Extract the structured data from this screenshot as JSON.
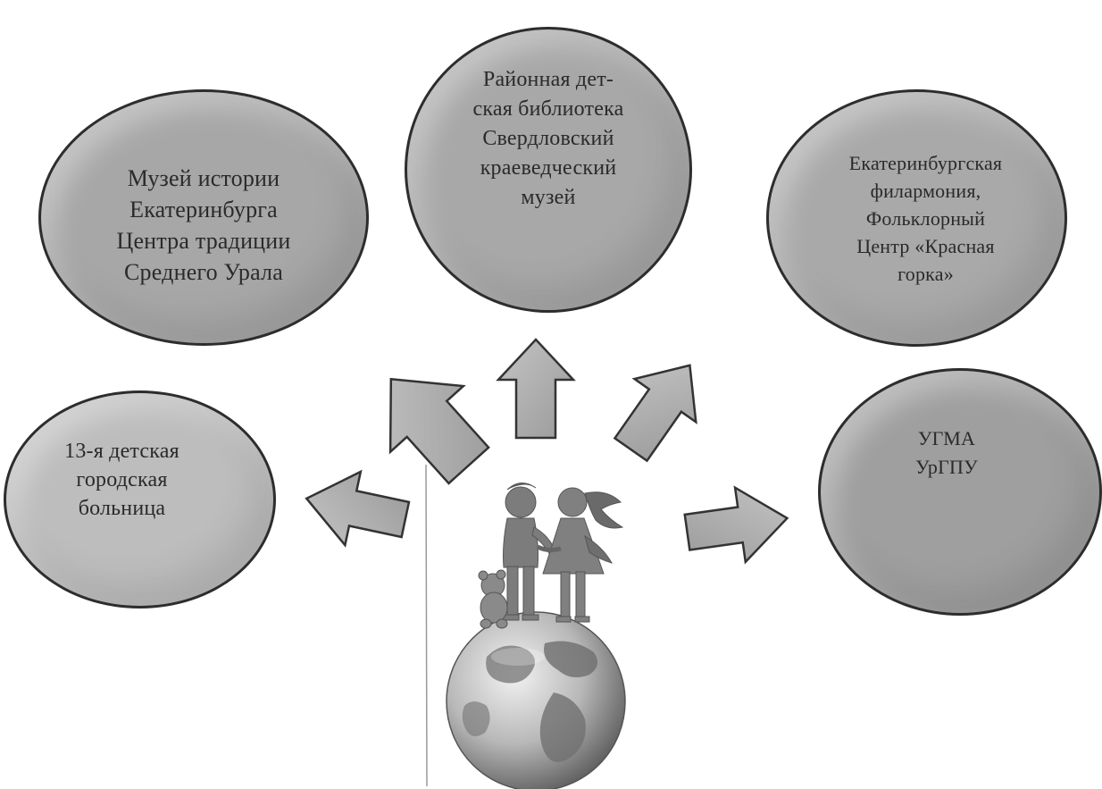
{
  "nodes": {
    "museum": "Музей истории\nЕкатеринбурга\nЦентра традиции\nСреднего Урала",
    "library": "Районная дет-\nская библиотека\nСвердловский\nкраеведческий\nмузей",
    "philharmonic": "Екатеринбургская\nфилармония,\nФольклорный\nЦентр «Красная\nгорка»",
    "hospital": "13-я детская\nгородская\nбольница",
    "university": "УГМА\nУрГПУ"
  },
  "center": {
    "icon": "children-on-globe-icon"
  },
  "colors": {
    "node_fill": "#a8a8a8",
    "node_border": "#2d2d2d",
    "arrow_fill": "#a9a9a9"
  }
}
